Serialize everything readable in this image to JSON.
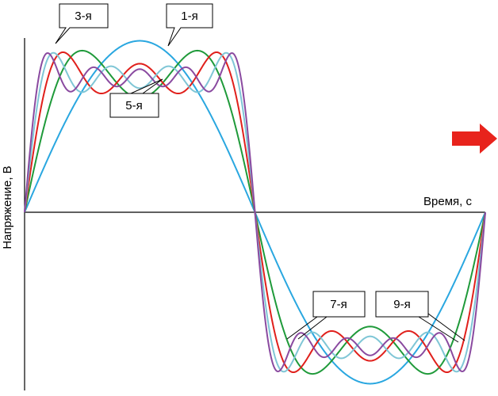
{
  "chart_data": {
    "type": "line",
    "title": "",
    "xlabel": "Время, с",
    "ylabel": "Напряжение, В",
    "grid": false,
    "legend": "callouts",
    "series": [
      {
        "name": "1-я",
        "harmonics": 1,
        "color": "#2aa7e0"
      },
      {
        "name": "3-я",
        "harmonics": 3,
        "color": "#1f9a3a"
      },
      {
        "name": "5-я",
        "harmonics": 5,
        "color": "#e0201c"
      },
      {
        "name": "7-я",
        "harmonics": 7,
        "color": "#7fc6d6"
      },
      {
        "name": "9-я",
        "harmonics": 9,
        "color": "#8a4aa0"
      }
    ]
  },
  "decor": {
    "arrow_color": "#e8231c",
    "arrow_icon": "right-arrow-icon"
  }
}
